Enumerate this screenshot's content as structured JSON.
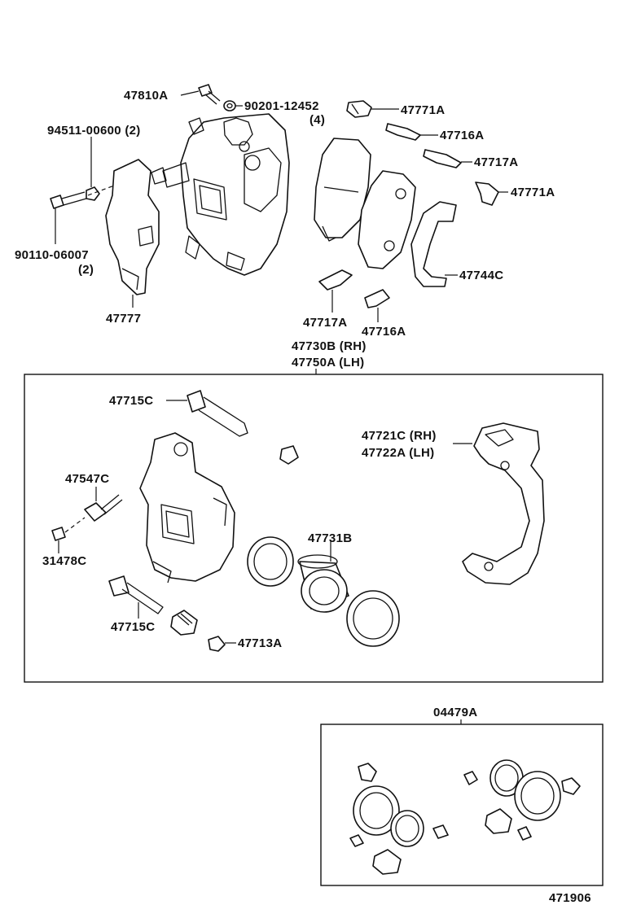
{
  "labels": {
    "bolt_top": "47810A",
    "washer_top": "90201-12452",
    "washer_top_qty": "(4)",
    "nut_left": "94511-00600 (2)",
    "bolt_left": "90110-06007",
    "bolt_left_qty": "(2)",
    "shield": "47777",
    "clip_a_top": "47771A",
    "shim_b": "47716A",
    "shim_c": "47717A",
    "clip_a_right": "47771A",
    "anti_squeal": "47744C",
    "shim_c_low": "47717A",
    "shim_b_low": "47716A",
    "caliper_rh": "47730B (RH)",
    "caliper_lh": "47750A (LH)",
    "slide_pin_top": "47715C",
    "mount_rh": "47721C (RH)",
    "mount_lh": "47722A (LH)",
    "bleeder": "47547C",
    "bleeder_cap": "31478C",
    "piston": "47731B",
    "slide_pin_low": "47715C",
    "boot": "47713A",
    "kit": "04479A",
    "figure_number": "471906"
  }
}
